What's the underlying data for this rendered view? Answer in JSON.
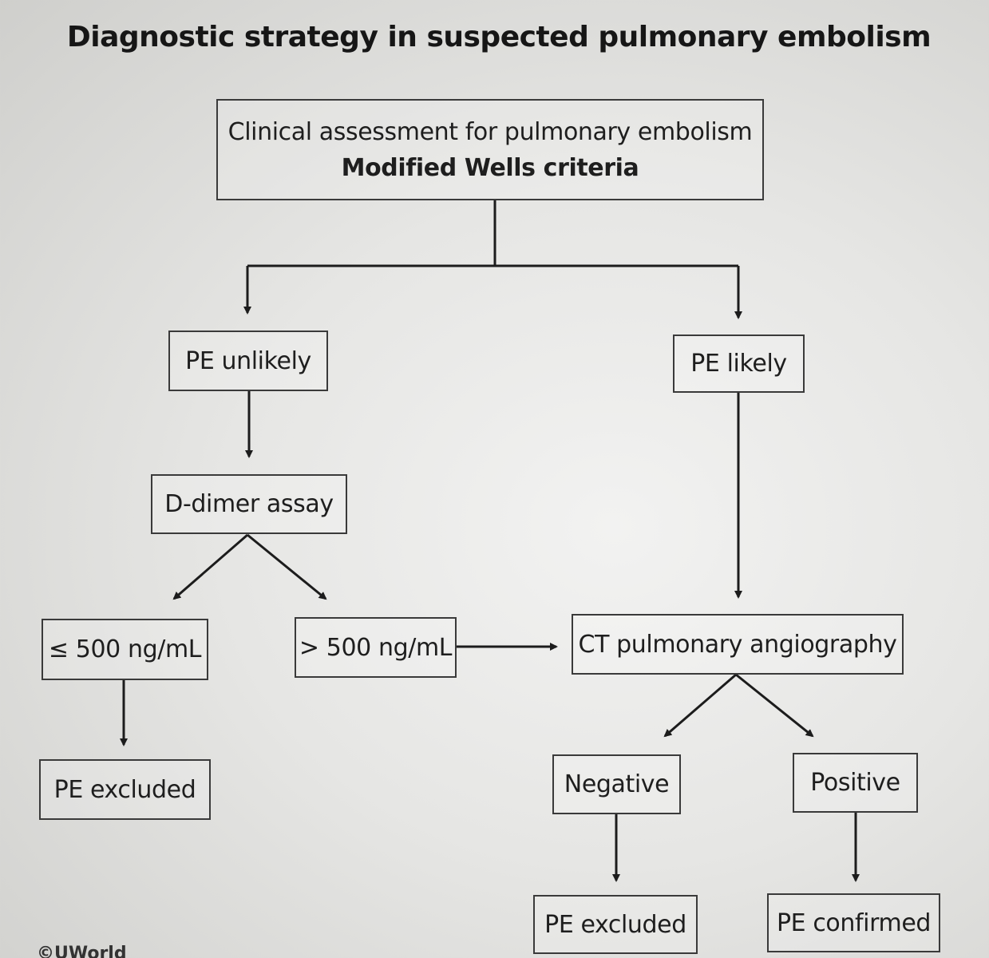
{
  "title": "Diagnostic strategy in suspected pulmonary embolism",
  "nodes": {
    "clinical_assessment": {
      "line1": "Clinical assessment for pulmonary embolism",
      "line2": "Modified Wells criteria"
    },
    "pe_unlikely": "PE unlikely",
    "pe_likely": "PE likely",
    "d_dimer": "D-dimer assay",
    "low_d_dimer": "≤ 500 ng/mL",
    "high_d_dimer": "> 500 ng/mL",
    "ct_angiography": "CT pulmonary angiography",
    "pe_excluded_left": "PE excluded",
    "negative": "Negative",
    "positive": "Positive",
    "pe_excluded_right": "PE excluded",
    "pe_confirmed": "PE confirmed"
  },
  "footer": "©UWorld"
}
